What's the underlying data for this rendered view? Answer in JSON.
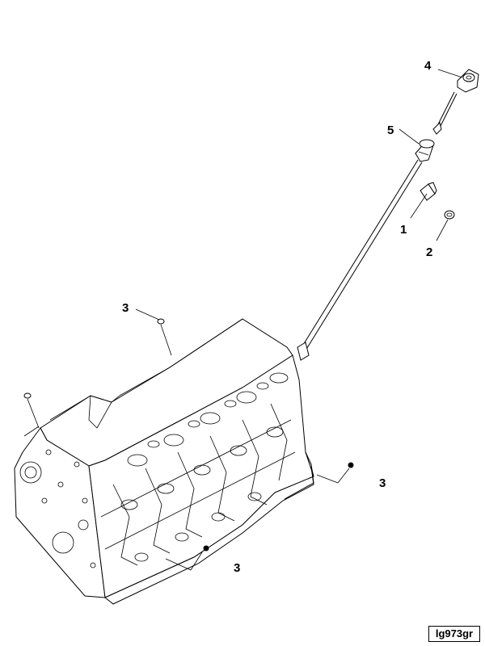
{
  "callouts": {
    "c1": "1",
    "c2": "2",
    "c3a": "3",
    "c3b": "3",
    "c3c": "3",
    "c4": "4",
    "c5": "5"
  },
  "figure_id": "lg973gr",
  "parts": [
    "engine-block",
    "dipstick-tube",
    "dipstick",
    "plug",
    "fitting",
    "tube-adapter",
    "dipstick-handle"
  ]
}
